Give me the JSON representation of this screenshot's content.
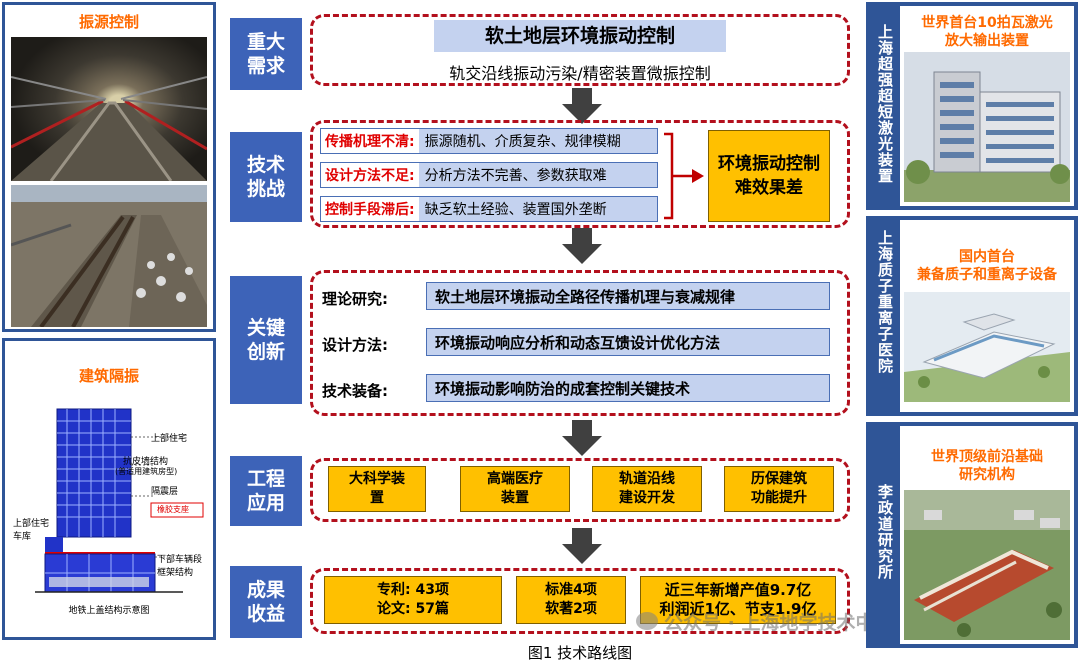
{
  "left_top": {
    "title": "振源控制"
  },
  "left_bottom": {
    "title": "建筑隔振",
    "labels": {
      "upper_res": "上部住宅",
      "shear": "抗皮墙结构",
      "shear2": "(普适用建筑房型)",
      "iso_layer": "隔震层",
      "rubber": "橡胶支座",
      "upper_left": "上部住宅",
      "garage": "车库",
      "lower1": "下部车辆段",
      "lower2": "框架结构",
      "caption": "地铁上盖结构示意图"
    }
  },
  "rows": {
    "demand": "重大需求",
    "challenge": "技术挑战",
    "innovation": "关键创新",
    "application": "工程应用",
    "result": "成果收益"
  },
  "demand": {
    "title": "软土地层环境振动控制",
    "subtitle": "轨交沿线振动污染/精密装置微振控制"
  },
  "challenges": [
    {
      "label": "传播机理不清:",
      "text": "振源随机、介质复杂、规律模糊"
    },
    {
      "label": "设计方法不足:",
      "text": "分析方法不完善、参数获取难"
    },
    {
      "label": "控制手段滞后:",
      "text": "缺乏软土经验、装置国外垄断"
    }
  ],
  "challenge_result": "环境振动控制难效果差",
  "innovations": [
    {
      "label": "理论研究:",
      "text": "软土地层环境振动全路径传播机理与衰减规律"
    },
    {
      "label": "设计方法:",
      "text": "环境振动响应分析和动态互馈设计优化方法"
    },
    {
      "label": "技术装备:",
      "text": "环境振动影响防治的成套控制关键技术"
    }
  ],
  "applications": [
    "大科学装置",
    "高端医疗装置",
    "轨道沿线建设开发",
    "历保建筑功能提升"
  ],
  "results": [
    [
      "专利: 43项",
      "论文: 57篇"
    ],
    [
      "标准4项",
      "软著2项"
    ],
    [
      "近三年新增产值9.7亿",
      "利润近1亿、节支1.9亿"
    ]
  ],
  "watermark": "公众号 · 上海地学技术中",
  "caption": "图1 技术路线图",
  "right_panels": [
    {
      "vertical": "上海超强超短激光装置",
      "title_l1": "世界首台10拍瓦激光",
      "title_l2": "放大输出装置"
    },
    {
      "vertical": "上海质子重离子医院",
      "title_l1": "国内首台",
      "title_l2": "兼备质子和重离子设备"
    },
    {
      "vertical": "李政道研究所",
      "title_l1": "世界顶级前沿基础",
      "title_l2": "研究机构"
    }
  ],
  "colors": {
    "blue": "#3d63b8",
    "red": "#b3101d",
    "yellow": "#ffc000",
    "orange": "#ff6a00"
  }
}
